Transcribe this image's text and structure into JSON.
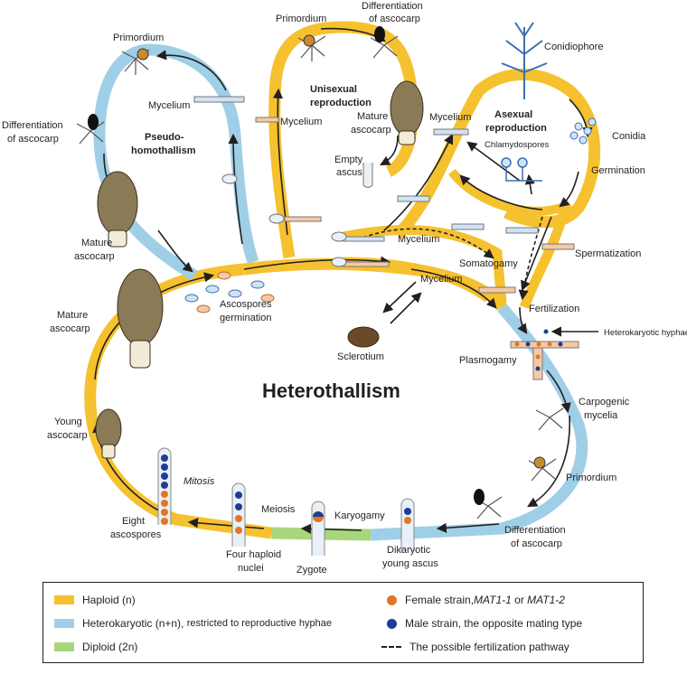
{
  "colors": {
    "haploid": "#f5c12e",
    "heterokaryotic": "#9fcfe6",
    "diploid": "#a8d67c",
    "female": "#e37625",
    "male": "#1f3d96",
    "ascocarp": "#8a7a55",
    "ascus": "#e9f0f7"
  },
  "titles": {
    "heterothallism": "Heterothallism",
    "pseudo_1": "Pseudo-",
    "pseudo_2": "homothallism",
    "unisexual_1": "Unisexual",
    "unisexual_2": "reproduction",
    "asexual_1": "Asexual",
    "asexual_2": "reproduction"
  },
  "labels": {
    "primordium_left": "Primordium",
    "diff_left_1": "Differentiation",
    "diff_left_2": "of ascocarp",
    "mycelium_pseudo": "Mycelium",
    "mature_left_1": "Mature",
    "mature_left_2": "ascocarp",
    "primordium_top": "Primordium",
    "diff_top_1": "Differentiation",
    "diff_top_2": "of ascocarp",
    "mycelium_uni": "Mycelium",
    "mature_uni_1": "Mature",
    "mature_uni_2": "ascocarp",
    "empty_ascus_1": "Empty",
    "empty_ascus_2": "ascus",
    "conidiophore": "Conidiophore",
    "mycelium_asex": "Mycelium",
    "chlamydospores": "Chlamydospores",
    "conidia": "Conidia",
    "germination": "Germination",
    "mycelium_mid": "Mycelium",
    "somatogamy": "Somatogamy",
    "spermatization": "Spermatization",
    "mycelium_low": "Mycelium",
    "fertilization": "Fertilization",
    "heterokaryotic_hyphae": "Heterokaryotic hyphae",
    "plasmogamy": "Plasmogamy",
    "sclerotium": "Sclerotium",
    "ascospores_germ_1": "Ascospores",
    "ascospores_germ_2": "germination",
    "mature_main_1": "Mature",
    "mature_main_2": "ascocarp",
    "young_1": "Young",
    "young_2": "ascocarp",
    "carpogenic_1": "Carpogenic",
    "carpogenic_2": "mycelia",
    "primordium_right": "Primordium",
    "diff_right_1": "Differentiation",
    "diff_right_2": "of ascocarp",
    "dikaryotic_1": "Dikaryotic",
    "dikaryotic_2": "young ascus",
    "karyogamy": "Karyogamy",
    "zygote": "Zygote",
    "meiosis": "Meiosis",
    "four_1": "Four haploid",
    "four_2": "nuclei",
    "mitosis": "Mitosis",
    "eight_1": "Eight",
    "eight_2": "ascospores"
  },
  "legend": {
    "haploid": "Haploid (n)",
    "heterokaryotic": "Heterokaryotic (n+n),",
    "heterokaryotic_note": "restricted to reproductive hyphae",
    "diploid": "Diploid (2n)",
    "female_prefix": "Female strain, ",
    "female_mat1": "MAT1-1",
    "female_or": " or ",
    "female_mat2": "MAT1-2",
    "male": "Male strain, the opposite mating type",
    "dashed": "The possible fertilization pathway"
  }
}
